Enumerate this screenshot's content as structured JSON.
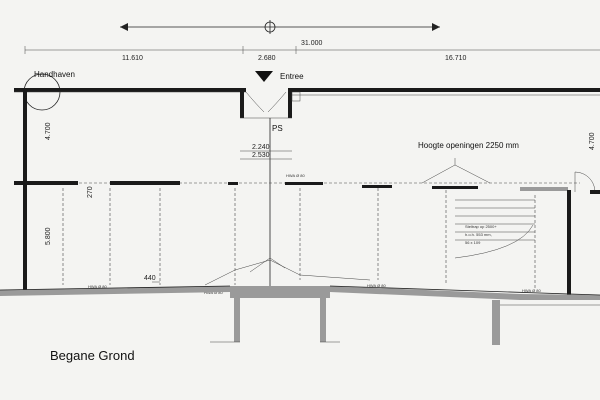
{
  "dimensions": {
    "total": "31.000",
    "left": "11.610",
    "middle": "2.680",
    "right": "16.710",
    "height_upper": "4.700",
    "height_lower": "5.800",
    "height_right": "4.700",
    "entry_w1": "2.240",
    "entry_w2": "2.530",
    "small_270": "270",
    "small_440": "440"
  },
  "labels": {
    "handhaven": "Handhaven",
    "entree": "Entree",
    "ps": "PS",
    "hoogte": "Hoogte openingen 2250 mm",
    "floor_name": "Begane Grond",
    "stair_line1": "Steltrap op 2500+",
    "stair_line2": "h.o.h. 553 mm,",
    "stair_line3": "56 x 109"
  },
  "vents": {
    "v1": "HWA Ø 80",
    "v2": "HWA Ø 80",
    "v3": "HWA Ø 80",
    "v4": "HWA Ø 80",
    "v5": "HWA Ø 80"
  }
}
